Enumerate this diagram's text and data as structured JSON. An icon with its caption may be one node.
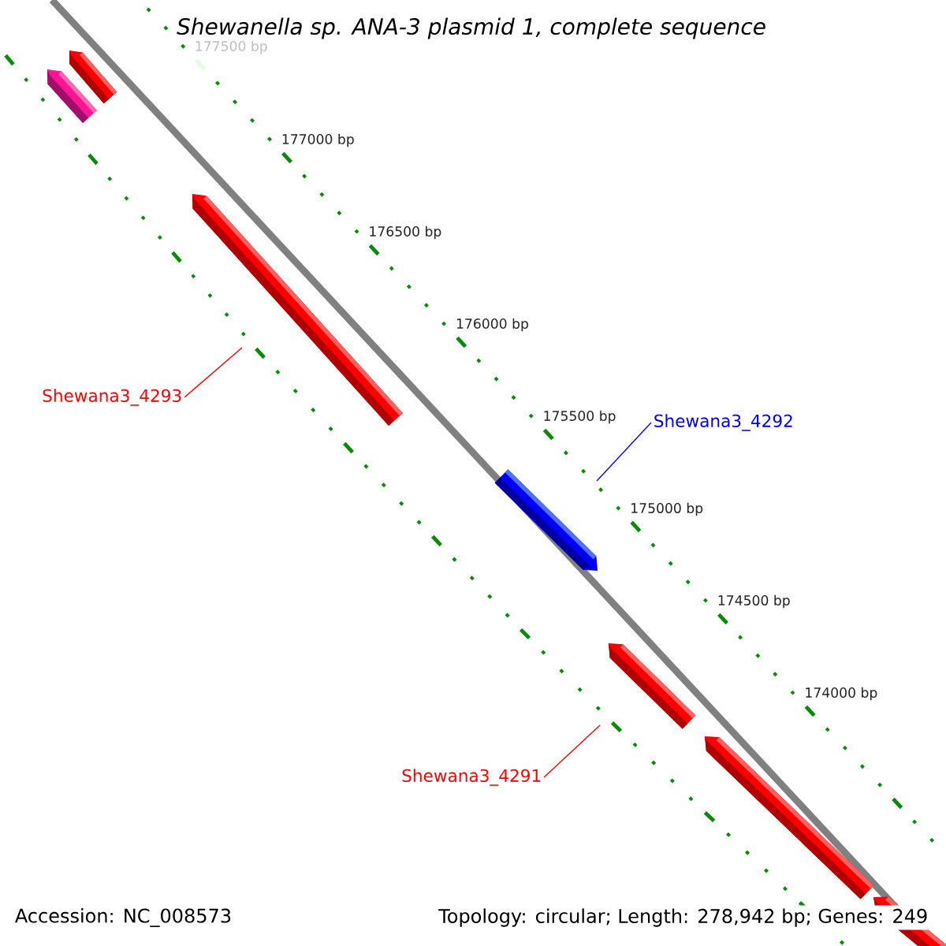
{
  "diagram": {
    "title": "Shewanella sp. ANA-3 plasmid 1, complete sequence",
    "nodes": [
      {
        "text": [],
        "shape": "bar"
      },
      {
        "text": [],
        "shape": "bar"
      },
      {
        "text": [
          "Shewana3_4293"
        ]
      },
      {
        "text": [],
        "shape": "bar"
      },
      {
        "text": [
          "Shewana3_4292"
        ]
      },
      {
        "text": [],
        "shape": "bar"
      },
      {
        "text": [
          "Shewana3_4291"
        ]
      },
      {
        "text": [],
        "shape": "bar"
      },
      {
        "text": [],
        "shape": "bar"
      },
      {
        "text": [],
        "shape": "bar"
      }
    ],
    "edges": [
      {
        "from": 2,
        "to": 3,
        "arrow": "none",
        "color": "#ff0000"
      },
      {
        "from": 4,
        "to": 5,
        "arrow": "none",
        "color": "#0000ff"
      },
      {
        "from": 6,
        "to": 7,
        "arrow": "none",
        "color": "#ff0000"
      }
    ],
    "labels": [
      "177500 bp",
      "177000 bp",
      "176500 bp",
      "176000 bp",
      "175500 bp",
      "175000 bp",
      "174500 bp",
      "174000 bp",
      "Accession: NC_008573",
      "Topology: circular; Length: 278,942 bp; Genes: 249"
    ]
  }
}
